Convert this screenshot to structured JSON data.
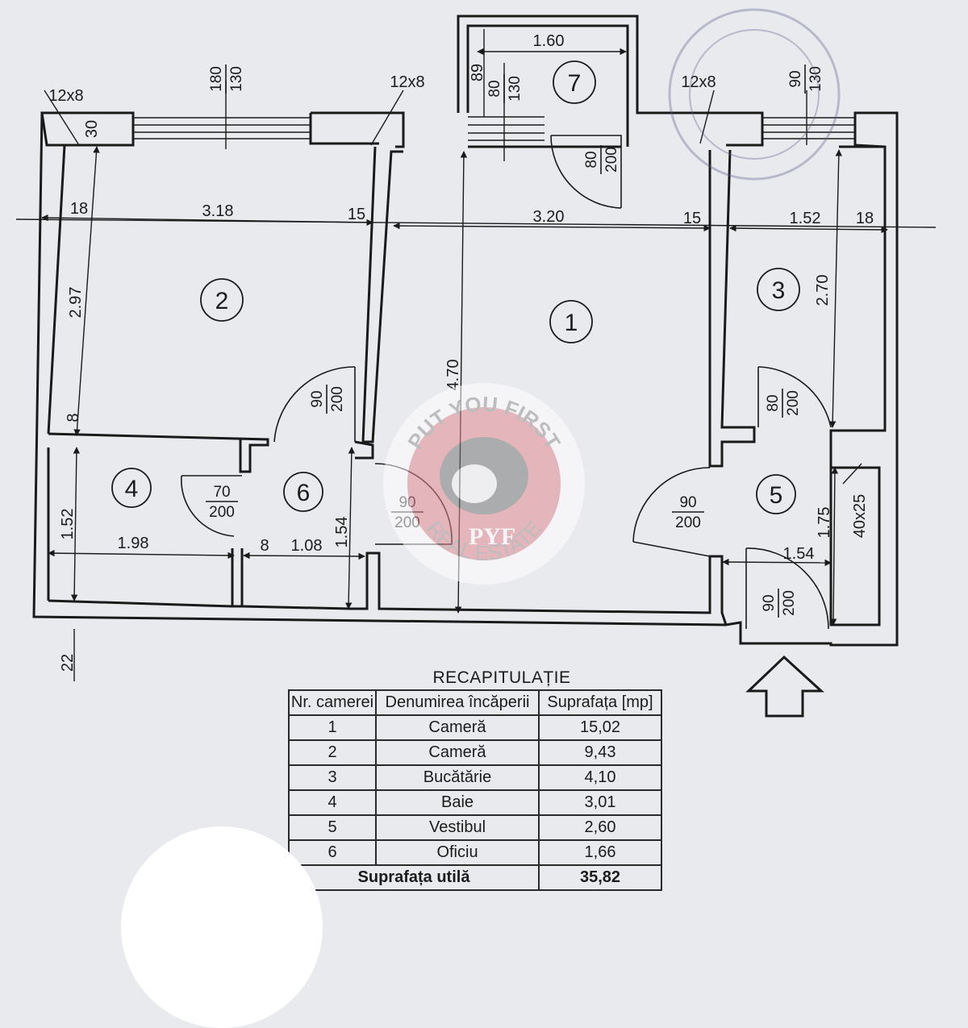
{
  "plan": {
    "rooms": [
      {
        "num": "1"
      },
      {
        "num": "2"
      },
      {
        "num": "3"
      },
      {
        "num": "4"
      },
      {
        "num": "5"
      },
      {
        "num": "6"
      },
      {
        "num": "7"
      }
    ],
    "dims": {
      "w_1_60": "1.60",
      "w_3_18": "3.18",
      "w_3_20": "3.20",
      "w_1_52": "1.52",
      "w_18_left": "18",
      "w_15_a": "15",
      "w_15_b": "15",
      "w_18_right": "18",
      "h_2_97": "2.97",
      "h_4_70": "4.70",
      "h_2_70": "2.70",
      "h_1_52": "1.52",
      "h_1_54": "1.54",
      "h_1_75": "1.75",
      "w_1_98": "1.98",
      "w_1_08": "1.08",
      "w_1_54": "1.54",
      "t_8_left": "8",
      "t_8_mid": "8",
      "t_30": "30",
      "t_22": "22",
      "t_89": "89",
      "vent_a": "12x8",
      "vent_b": "12x8",
      "vent_c": "12x8",
      "shaft": "40x25"
    },
    "windows": [
      {
        "top": "180",
        "bottom": "130"
      },
      {
        "top": "80",
        "bottom": "130"
      },
      {
        "top": "90",
        "bottom": "130"
      }
    ],
    "doors": [
      {
        "top": "80",
        "bottom": "200"
      },
      {
        "top": "90",
        "bottom": "200"
      },
      {
        "top": "80",
        "bottom": "200"
      },
      {
        "top": "70",
        "bottom": "200"
      },
      {
        "top": "90",
        "bottom": "200"
      },
      {
        "top": "90",
        "bottom": "200"
      },
      {
        "top": "90",
        "bottom": "200"
      }
    ]
  },
  "watermark": {
    "arc_top": "PUT YOU FIRST",
    "arc_bottom": "REAL ESTATE",
    "center": "PYF"
  },
  "recap": {
    "title": "RECAPITULAȚIE",
    "headers": [
      "Nr. camerei",
      "Denumirea încăperii",
      "Suprafața [mp]"
    ],
    "rows": [
      {
        "nr": "1",
        "name": "Cameră",
        "area": "15,02"
      },
      {
        "nr": "2",
        "name": "Cameră",
        "area": "9,43"
      },
      {
        "nr": "3",
        "name": "Bucătărie",
        "area": "4,10"
      },
      {
        "nr": "4",
        "name": "Baie",
        "area": "3,01"
      },
      {
        "nr": "5",
        "name": "Vestibul",
        "area": "2,60"
      },
      {
        "nr": "6",
        "name": "Oficiu",
        "area": "1,66"
      }
    ],
    "total_label": "Suprafața utilă",
    "total_value": "35,82"
  }
}
